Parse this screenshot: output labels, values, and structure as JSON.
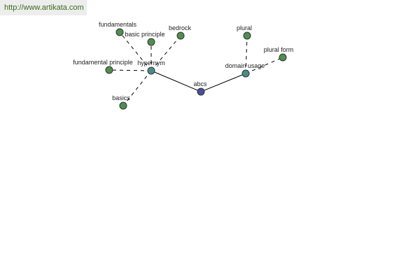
{
  "watermark": "http://www.artikata.com",
  "colors": {
    "center": "#474f9e",
    "hub": "#4a8c8c",
    "leaf": "#4e8f4e",
    "stroke": "#333333",
    "edge": "#000000"
  },
  "nodes": [
    {
      "id": "abcs",
      "label": "abcs",
      "kind": "center"
    },
    {
      "id": "hypernym",
      "label": "hypernym",
      "kind": "hub"
    },
    {
      "id": "domain-usage",
      "label": "domain usage",
      "kind": "hub"
    },
    {
      "id": "fundamentals",
      "label": "fundamentals",
      "kind": "leaf"
    },
    {
      "id": "basic-principle",
      "label": "basic principle",
      "kind": "leaf"
    },
    {
      "id": "bedrock",
      "label": "bedrock",
      "kind": "leaf"
    },
    {
      "id": "fundamental-principle",
      "label": "fundamental principle",
      "kind": "leaf"
    },
    {
      "id": "basics",
      "label": "basics",
      "kind": "leaf"
    },
    {
      "id": "plural",
      "label": "plural",
      "kind": "leaf"
    },
    {
      "id": "plural-form",
      "label": "plural form",
      "kind": "leaf"
    }
  ],
  "edges": [
    {
      "from": "abcs",
      "to": "hypernym",
      "style": "solid"
    },
    {
      "from": "abcs",
      "to": "domain-usage",
      "style": "solid"
    },
    {
      "from": "hypernym",
      "to": "fundamentals",
      "style": "dashed"
    },
    {
      "from": "hypernym",
      "to": "basic-principle",
      "style": "dashed"
    },
    {
      "from": "hypernym",
      "to": "bedrock",
      "style": "dashed"
    },
    {
      "from": "hypernym",
      "to": "fundamental-principle",
      "style": "dashed"
    },
    {
      "from": "hypernym",
      "to": "basics",
      "style": "dashed"
    },
    {
      "from": "domain-usage",
      "to": "plural",
      "style": "dashed"
    },
    {
      "from": "domain-usage",
      "to": "plural-form",
      "style": "dashed"
    }
  ]
}
